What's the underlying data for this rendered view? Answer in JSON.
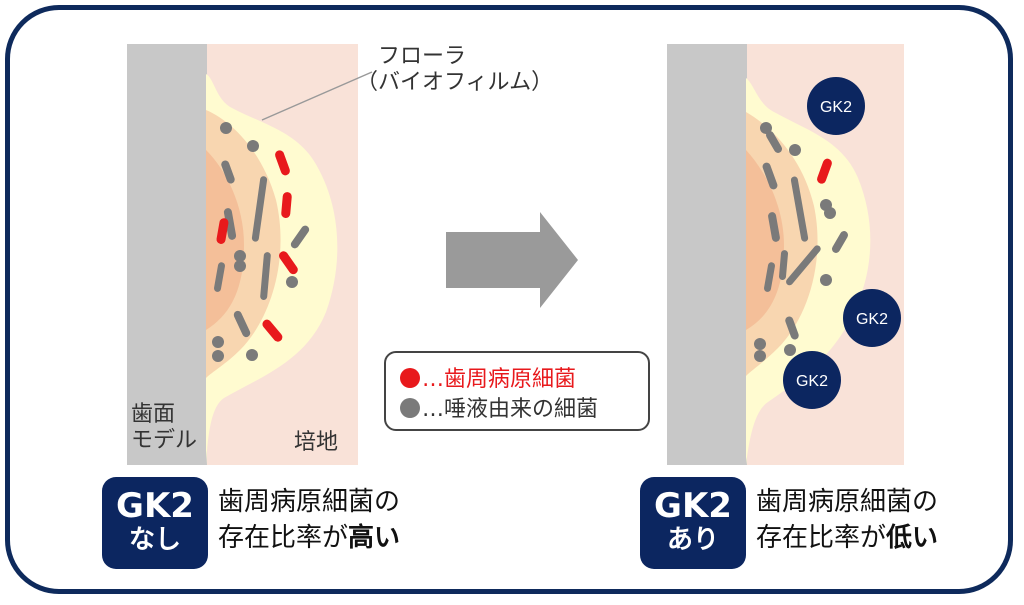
{
  "left_panel": {
    "tooth_label": "歯面\nモデル",
    "medium_label": "培地",
    "flora_label_line1": "フローラ",
    "flora_label_line2": "（バイオフィルム）"
  },
  "right_panel": {
    "gk2_labels": [
      "GK2",
      "GK2",
      "GK2"
    ]
  },
  "legend": {
    "periodontal": "…歯周病原細菌",
    "saliva": "…唾液由来の細菌"
  },
  "colors": {
    "frame": "#0e2a5c",
    "badge": "#0c2660",
    "tooth": "#c8c8c8",
    "medium": "#f9e2d8",
    "biofilm": "#fffbd0",
    "periodontal_bacteria": "#e8191c",
    "saliva_bacteria": "#7a7a7a",
    "arrow": "#9a9a9a"
  },
  "badges": {
    "left_line1": "GK2",
    "left_line2": "なし",
    "right_line1": "GK2",
    "right_line2": "あり"
  },
  "captions": {
    "left_line1": "歯周病原細菌の",
    "left_line2_prefix": "存在比率が",
    "left_line2_emph": "高い",
    "right_line1": "歯周病原細菌の",
    "right_line2_prefix": "存在比率が",
    "right_line2_emph": "低い"
  }
}
